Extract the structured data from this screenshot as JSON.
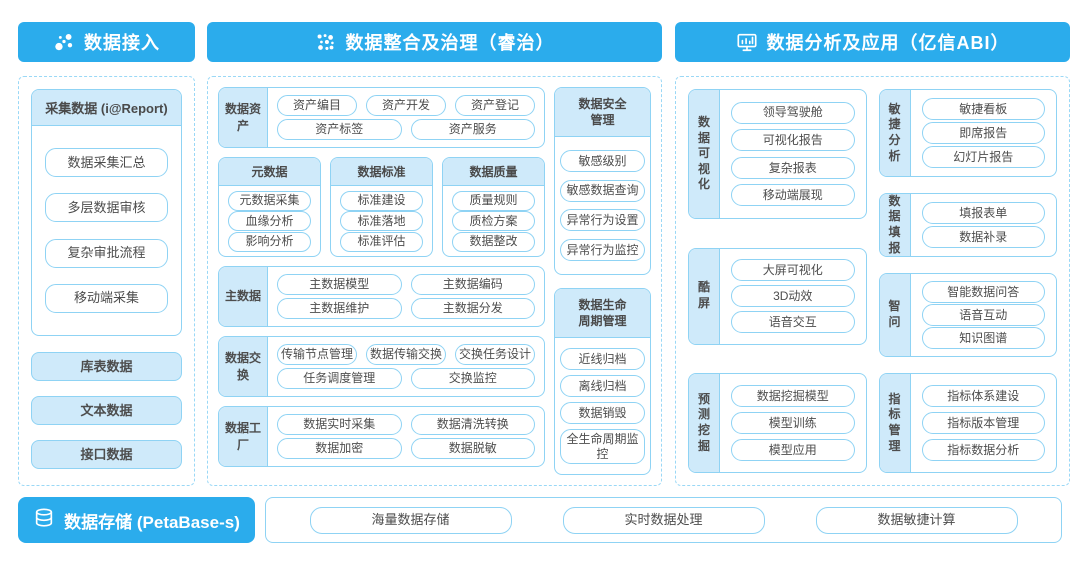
{
  "colors": {
    "accent_blue": "#2bacec",
    "light_fill": "#cfeafa",
    "border_blue": "#8fd3f4",
    "text": "#4d4d4d"
  },
  "headers": {
    "access": {
      "label": "数据接入",
      "icon": "network-nodes-icon"
    },
    "governance": {
      "label": "数据整合及治理（睿治）",
      "icon": "dot-cluster-icon"
    },
    "analysis": {
      "label": "数据分析及应用（亿信ABI）",
      "icon": "monitor-chart-icon"
    }
  },
  "access_column": {
    "report_box": {
      "title": "采集数据 (i@Report)",
      "items": [
        "数据采集汇总",
        "多层数据审核",
        "复杂审批流程",
        "移动端采集"
      ]
    },
    "source_items": [
      "库表数据",
      "文本数据",
      "接口数据"
    ]
  },
  "governance_column": {
    "asset_group": {
      "label": "数据资产",
      "rows": [
        [
          "资产编目",
          "资产开发",
          "资产登记"
        ],
        [
          "资产标签",
          "资产服务"
        ]
      ]
    },
    "triple_groups": [
      {
        "title": "元数据",
        "items": [
          "元数据采集",
          "血缘分析",
          "影响分析"
        ]
      },
      {
        "title": "数据标准",
        "items": [
          "标准建设",
          "标准落地",
          "标准评估"
        ]
      },
      {
        "title": "数据质量",
        "items": [
          "质量规则",
          "质检方案",
          "数据整改"
        ]
      }
    ],
    "master_group": {
      "label": "主数据",
      "rows": [
        [
          "主数据模型",
          "主数据编码"
        ],
        [
          "主数据维护",
          "主数据分发"
        ]
      ]
    },
    "exchange_group": {
      "label": "数据交换",
      "rows": [
        [
          "传输节点管理",
          "数据传输交换",
          "交换任务设计"
        ],
        [
          "任务调度管理",
          "交换监控"
        ]
      ]
    },
    "factory_group": {
      "label": "数据工厂",
      "rows": [
        [
          "数据实时采集",
          "数据清洗转换"
        ],
        [
          "数据加密",
          "数据脱敏"
        ]
      ]
    },
    "security_group": {
      "title": "数据安全管理",
      "items": [
        "敏感级别",
        "敏感数据查询",
        "异常行为设置",
        "异常行为监控"
      ]
    },
    "lifecycle_group": {
      "title": "数据生命周期管理",
      "items": [
        "近线归档",
        "离线归档",
        "数据销毁",
        "全生命周期监控"
      ]
    }
  },
  "analysis_column": {
    "left_groups": [
      {
        "label": "数据可视化",
        "items": [
          "领导驾驶舱",
          "可视化报告",
          "复杂报表",
          "移动端展现"
        ]
      },
      {
        "label": "酷屏",
        "items": [
          "大屏可视化",
          "3D动效",
          "语音交互"
        ]
      },
      {
        "label": "预测挖掘",
        "items": [
          "数据挖掘模型",
          "模型训练",
          "模型应用"
        ]
      }
    ],
    "right_groups": [
      {
        "label": "敏捷分析",
        "items": [
          "敏捷看板",
          "即席报告",
          "幻灯片报告"
        ]
      },
      {
        "label": "数据填报",
        "items": [
          "填报表单",
          "数据补录"
        ]
      },
      {
        "label": "智问",
        "items": [
          "智能数据问答",
          "语音互动",
          "知识图谱"
        ]
      },
      {
        "label": "指标管理",
        "items": [
          "指标体系建设",
          "指标版本管理",
          "指标数据分析"
        ]
      }
    ]
  },
  "storage_bar": {
    "label": "数据存储 (PetaBase-s)",
    "icon": "database-icon",
    "items": [
      "海量数据存储",
      "实时数据处理",
      "数据敏捷计算"
    ]
  }
}
